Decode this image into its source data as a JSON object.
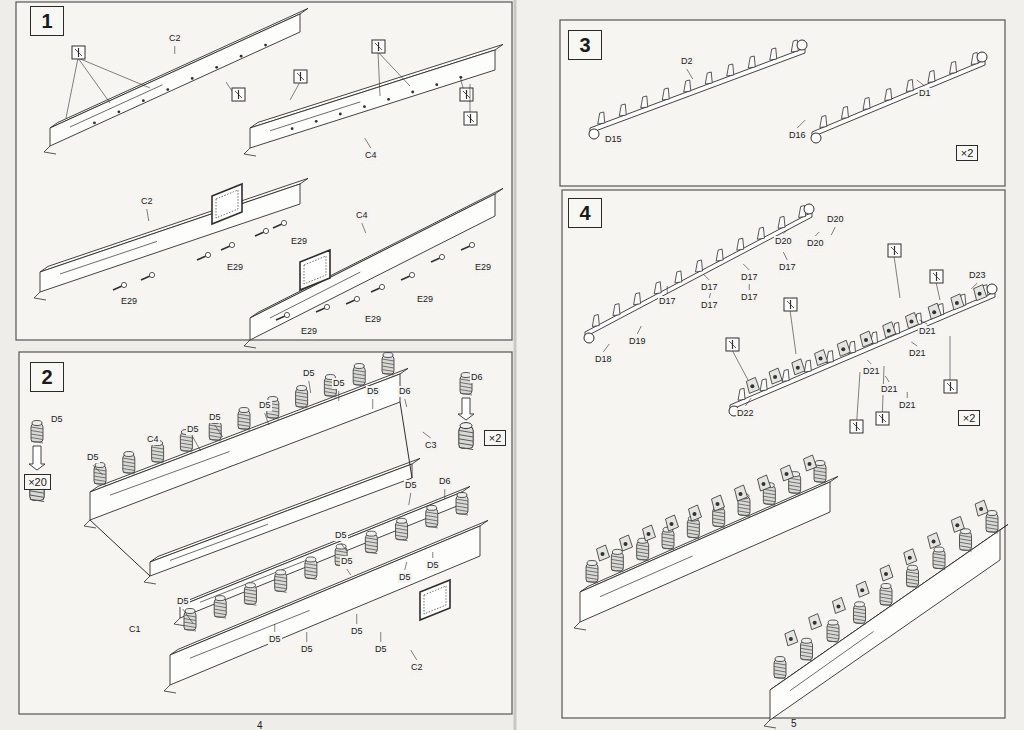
{
  "diagram": {
    "nodes": [
      {
        "text": [
          "1"
        ]
      },
      {
        "text": [
          "2"
        ]
      },
      {
        "text": [
          "×20"
        ]
      },
      {
        "text": [
          "×2"
        ]
      },
      {
        "text": [
          "3"
        ]
      },
      {
        "text": [
          "×2"
        ]
      },
      {
        "text": [
          "4"
        ]
      },
      {
        "text": [
          "×2"
        ]
      }
    ],
    "labels": [
      "C2",
      "C4",
      "C2",
      "C4",
      "E29",
      "E29",
      "E29",
      "E29",
      "E29",
      "E29",
      "E29",
      "D5",
      "D5",
      "C4",
      "D5",
      "D5",
      "D5",
      "D5",
      "D5",
      "D5",
      "D6",
      "C3",
      "D6",
      "D5",
      "D6",
      "D5",
      "D5",
      "D5",
      "D5",
      "D5",
      "C1",
      "D5",
      "D5",
      "D5",
      "D5",
      "C2",
      "D2",
      "D1",
      "D15",
      "D16",
      "D20",
      "D20",
      "D20",
      "D17",
      "D17",
      "D17",
      "D17",
      "D17",
      "D17",
      "D18",
      "D19",
      "D22",
      "D21",
      "D21",
      "D21",
      "D21",
      "D21",
      "D23",
      "4",
      "5"
    ]
  }
}
